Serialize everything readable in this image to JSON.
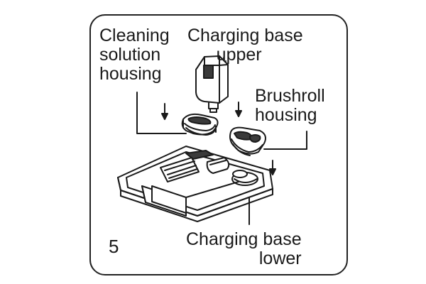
{
  "step_number": "5",
  "labels": {
    "cleaning_solution_housing": [
      "Cleaning",
      "solution",
      "housing"
    ],
    "charging_base_upper": [
      "Charging base",
      "upper"
    ],
    "brushroll_housing": [
      "Brushroll",
      "housing"
    ],
    "charging_base_lower": [
      "Charging base",
      "lower"
    ]
  },
  "icons": {
    "down_arrow": "down-arrow-icon"
  },
  "colors": {
    "line": "#1a1a1a",
    "dark_fill": "#3a3a3a",
    "background": "#ffffff"
  }
}
